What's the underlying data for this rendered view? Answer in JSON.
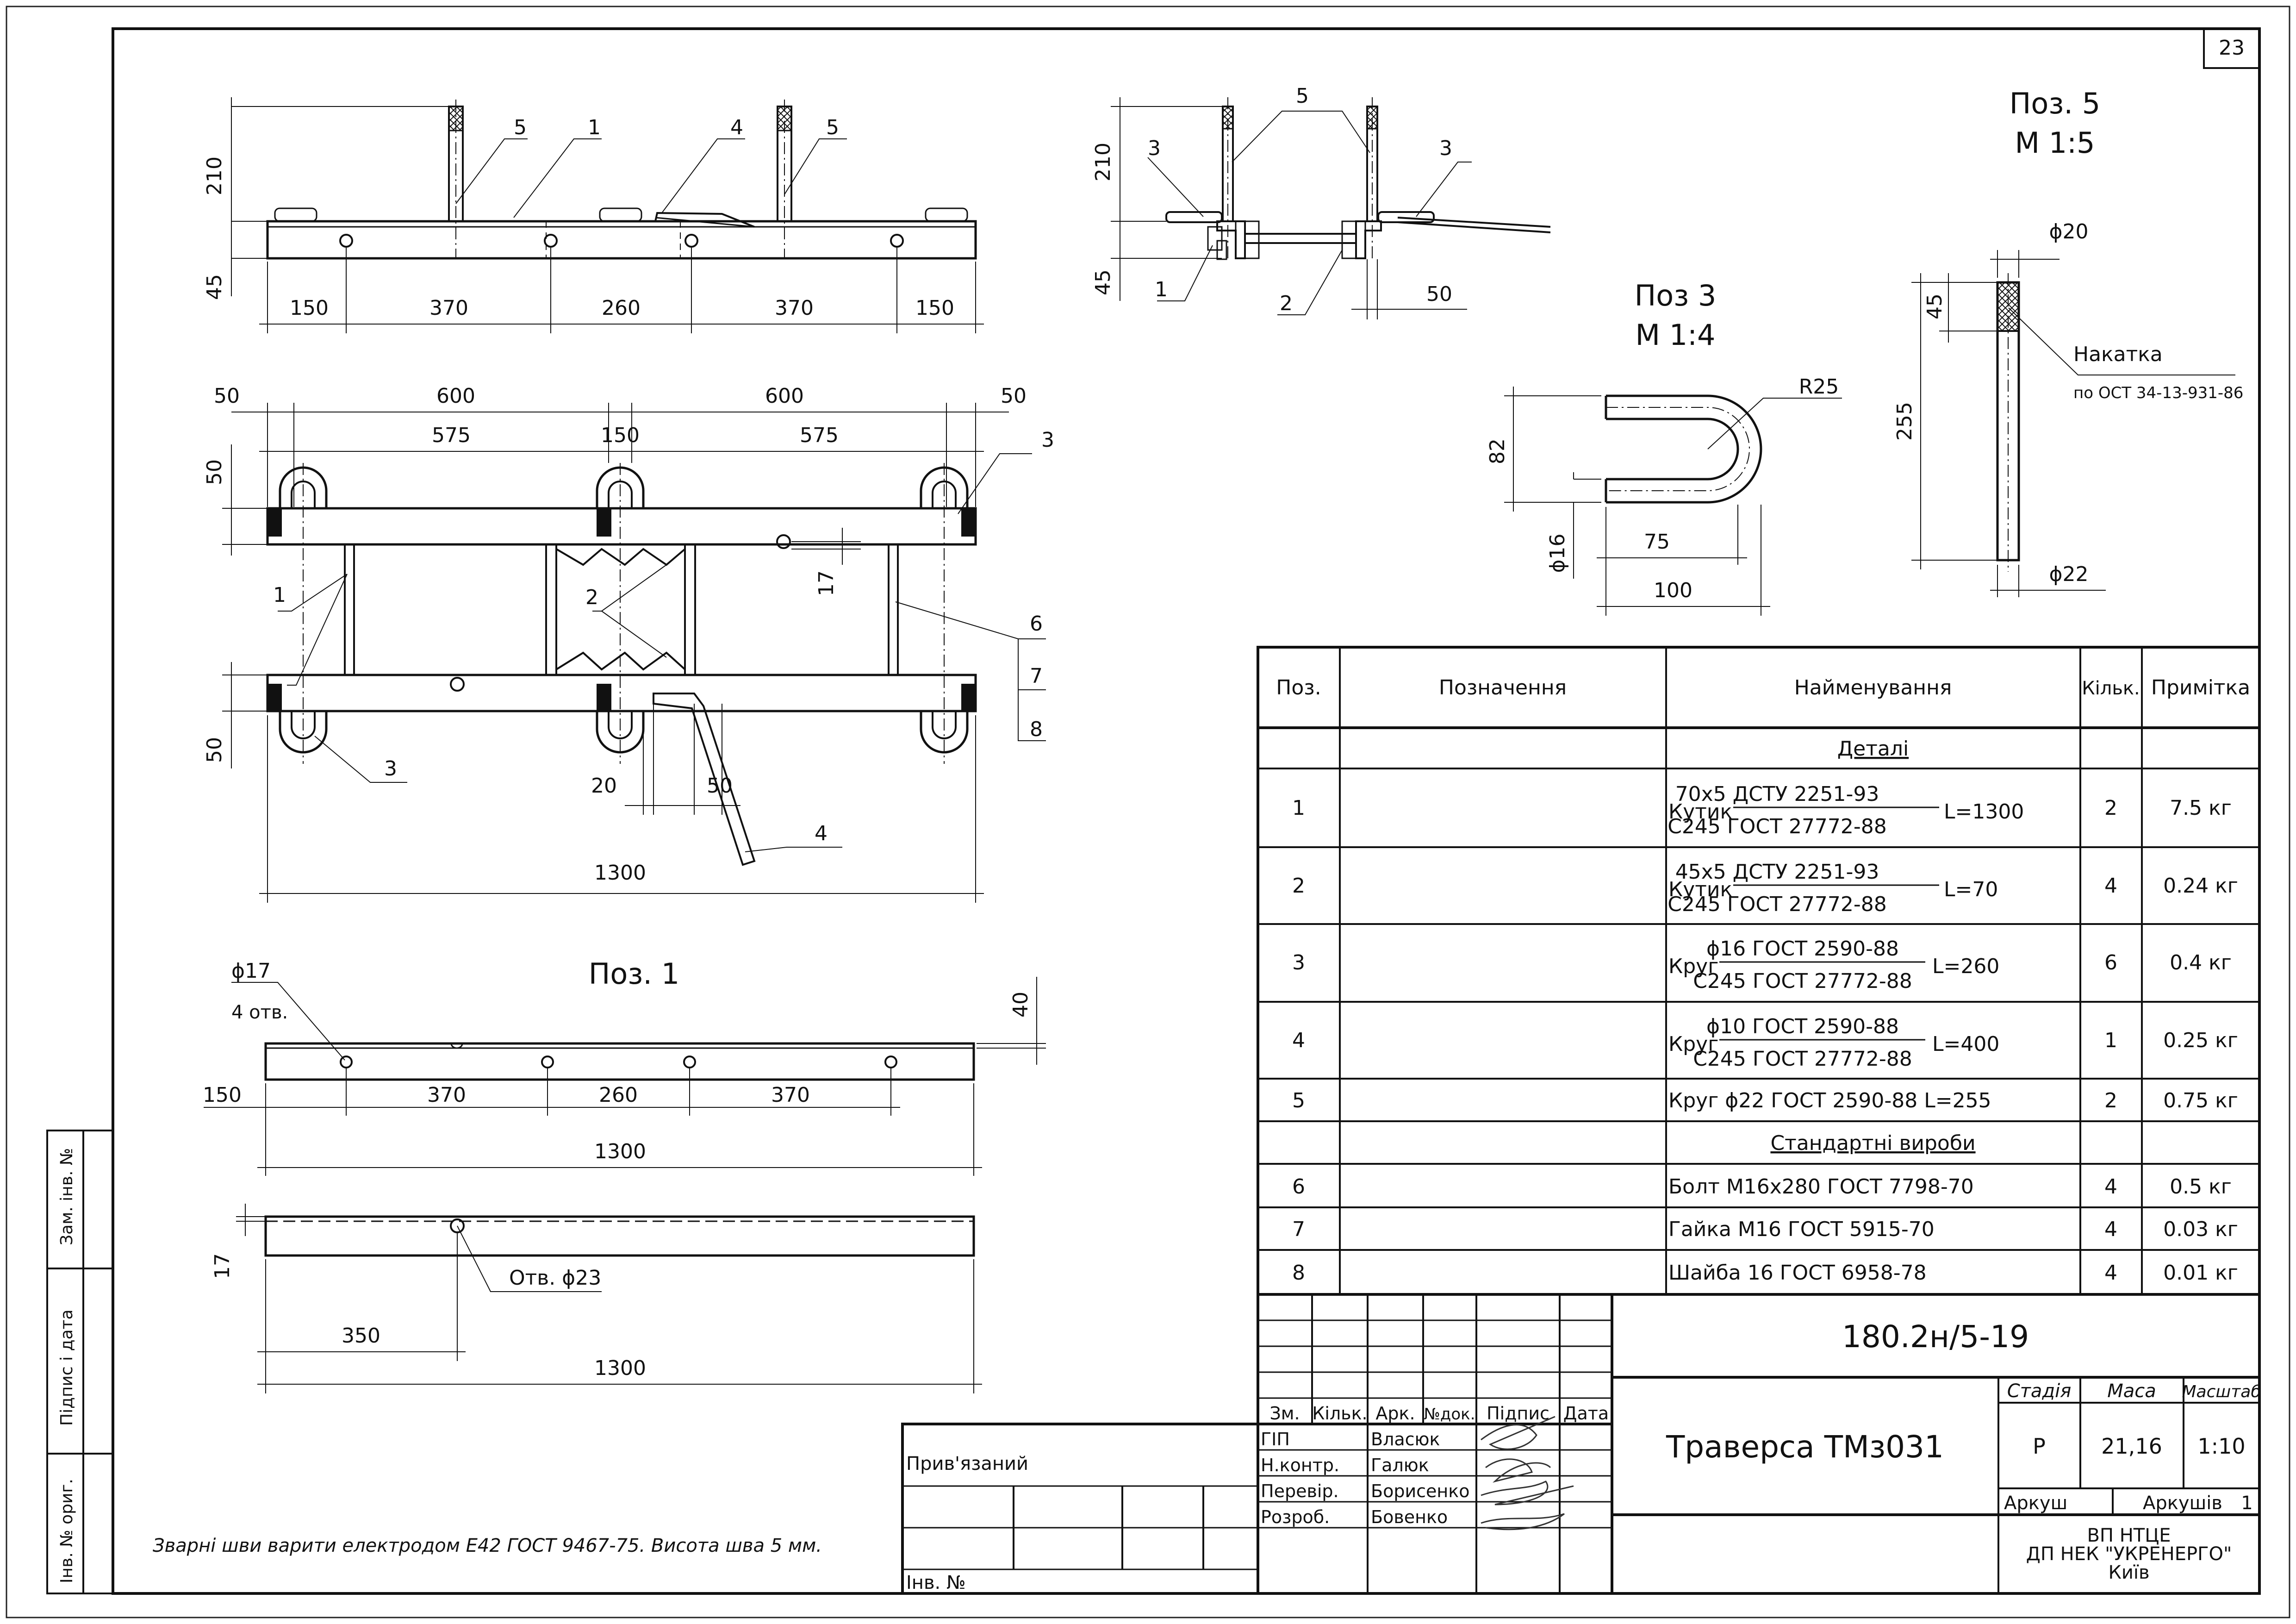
{
  "sheet_number": "23",
  "views": {
    "pos5": {
      "title": "Поз. 5",
      "scale": "М 1:5",
      "diam_top": "ϕ20",
      "diam_bottom": "ϕ22",
      "dim_knurl": "45",
      "dim_len": "255",
      "knurl_label": "Накатка",
      "knurl_std": "по ОСТ 34-13-931-86"
    },
    "pos3": {
      "title": "Поз 3",
      "scale": "М 1:4",
      "radius": "R25",
      "dim_h": "82",
      "diam": "ϕ16",
      "dim_inner": "75",
      "dim_outer": "100"
    },
    "pos1": {
      "title": "Поз. 1",
      "hole_diam": "ϕ17",
      "hole_count": "4 отв.",
      "dim_h": "40",
      "dims": [
        "150",
        "370",
        "260",
        "370"
      ],
      "dim_total": "1300",
      "dim_h2": "17",
      "hole2": "Отв. ϕ23",
      "dim_350": "350",
      "dim_total2": "1300"
    },
    "front": {
      "dim_210": "210",
      "dim_45": "45",
      "dims": [
        "150",
        "370",
        "260",
        "370",
        "150"
      ],
      "callouts": [
        "5",
        "1",
        "4",
        "5"
      ]
    },
    "side": {
      "dim_210": "210",
      "dim_45": "45",
      "dim_50": "50",
      "callouts": [
        "5",
        "3",
        "3",
        "1",
        "2"
      ]
    },
    "plan": {
      "top_dims": [
        "50",
        "600",
        "600",
        "50"
      ],
      "mid_dims": [
        "575",
        "150",
        "575"
      ],
      "dim_50a": "50",
      "dim_50b": "50",
      "dim_17": "17",
      "dim_20": "20",
      "dim_50c": "50",
      "dim_1300": "1300",
      "callouts": [
        "3",
        "1",
        "2",
        "6",
        "7",
        "8",
        "3",
        "4"
      ]
    }
  },
  "note": "Зварні шви варити електродом Е42 ГОСТ 9467-75. Висота шва 5 мм.",
  "spec": {
    "headers": [
      "Поз.",
      "Позначення",
      "Найменування",
      "Кільк.",
      "Примітка"
    ],
    "section_details": "Деталі",
    "section_standard": "Стандартні вироби",
    "rows": [
      {
        "pos": "1",
        "prefix": "Кутик",
        "num": "70х5 ДСТУ 2251-93",
        "den": "С245 ГОСТ 27772-88",
        "suffix": "L=1300",
        "qty": "2",
        "note": "7.5 кг"
      },
      {
        "pos": "2",
        "prefix": "Кутик",
        "num": "45х5 ДСТУ 2251-93",
        "den": "С245 ГОСТ 27772-88",
        "suffix": "L=70",
        "qty": "4",
        "note": "0.24 кг"
      },
      {
        "pos": "3",
        "prefix": "Круг",
        "num": "ϕ16 ГОСТ 2590-88",
        "den": "С245 ГОСТ 27772-88",
        "suffix": "L=260",
        "qty": "6",
        "note": "0.4 кг"
      },
      {
        "pos": "4",
        "prefix": "Круг",
        "num": "ϕ10 ГОСТ 2590-88",
        "den": "С245 ГОСТ 27772-88",
        "suffix": "L=400",
        "qty": "1",
        "note": "0.25 кг"
      },
      {
        "pos": "5",
        "text": "Круг ϕ22 ГОСТ 2590-88 L=255",
        "qty": "2",
        "note": "0.75 кг"
      }
    ],
    "std_rows": [
      {
        "pos": "6",
        "text": "Болт М16х280 ГОСТ 7798-70",
        "qty": "4",
        "note": "0.5 кг"
      },
      {
        "pos": "7",
        "text": "Гайка М16 ГОСТ 5915-70",
        "qty": "4",
        "note": "0.03 кг"
      },
      {
        "pos": "8",
        "text": "Шайба 16 ГОСТ 6958-78",
        "qty": "4",
        "note": "0.01 кг"
      }
    ]
  },
  "title_block": {
    "code": "180.2н/5-19",
    "name": "Траверса ТМз031",
    "col_heads": [
      "Зм.",
      "Кільк.",
      "Арк.",
      "№док.",
      "Підпис",
      "Дата"
    ],
    "roles": [
      {
        "role": "ГІП",
        "person": "Власюк"
      },
      {
        "role": "Н.контр.",
        "person": "Галюк"
      },
      {
        "role": "Перевір.",
        "person": "Борисенко"
      },
      {
        "role": "Розроб.",
        "person": "Бовенко"
      }
    ],
    "stage_label": "Стадія",
    "mass_label": "Маса",
    "scale_label": "Масштаб",
    "stage": "Р",
    "mass": "21,16",
    "scale": "1:10",
    "sheet_label": "Аркуш",
    "sheets_label": "Аркушів",
    "sheets": "1",
    "org": [
      "ВП НТЦЕ",
      "ДП НЕК \"УКРЕНЕРГО\"",
      "Київ"
    ],
    "linked": "Прив'язаний",
    "inv": "Інв. №"
  },
  "side_stamp": [
    "Зам. інв. №",
    "Підпис і дата",
    "Інв. № ориг."
  ]
}
